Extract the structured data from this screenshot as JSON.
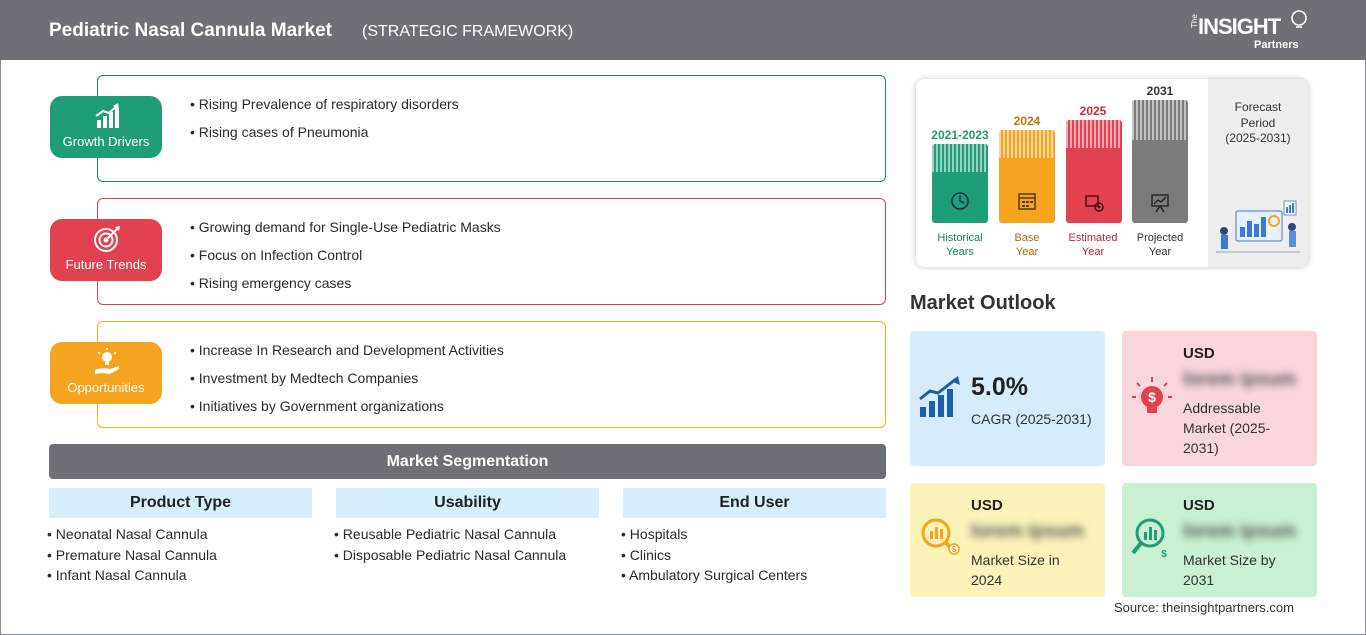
{
  "header": {
    "title": "Pediatric Nasal Cannula Market",
    "subtitle": "(STRATEGIC FRAMEWORK)",
    "logo_the": "The",
    "logo_main": "INSIGHT",
    "logo_partners": "Partners"
  },
  "drivers": {
    "growth": {
      "label": "Growth Drivers",
      "icon": "bar-chart-up-icon",
      "color": "#1e9d78",
      "items": [
        "Rising Prevalence of respiratory disorders",
        "Rising cases of Pneumonia"
      ]
    },
    "trends": {
      "label": "Future Trends",
      "icon": "target-icon",
      "color": "#e2424f",
      "items": [
        "Growing demand for Single-Use Pediatric Masks",
        "Focus on Infection Control",
        "Rising emergency cases"
      ]
    },
    "opportunities": {
      "label": "Opportunities",
      "icon": "hand-lightbulb-icon",
      "color": "#f4a41e",
      "items": [
        "Increase In Research and Development Activities",
        "Investment by Medtech Companies",
        "Initiatives by Government organizations"
      ]
    }
  },
  "segmentation": {
    "title": "Market Segmentation",
    "columns": [
      {
        "heading": "Product Type",
        "items": [
          "Neonatal Nasal Cannula",
          "Premature Nasal Cannula",
          "Infant Nasal Cannula"
        ]
      },
      {
        "heading": "Usability",
        "items": [
          "Reusable Pediatric Nasal Cannula",
          "Disposable Pediatric Nasal Cannula"
        ]
      },
      {
        "heading": "End User",
        "items": [
          "Hospitals",
          "Clinics",
          "Ambulatory Surgical Centers"
        ]
      }
    ]
  },
  "timeline": {
    "periods": [
      {
        "year": "2021-2023",
        "caption_1": "Historical",
        "caption_2": "Years",
        "color": "#1e9d78",
        "icon": "history-icon"
      },
      {
        "year": "2024",
        "caption_1": "Base",
        "caption_2": "Year",
        "color": "#f4a41e",
        "icon": "calendar-icon"
      },
      {
        "year": "2025",
        "caption_1": "Estimated",
        "caption_2": "Year",
        "color": "#e2424f",
        "icon": "settings-chart-icon"
      },
      {
        "year": "2031",
        "caption_1": "Projected",
        "caption_2": "Year",
        "color": "#7b7b7b",
        "icon": "presentation-icon"
      }
    ],
    "forecast_line_1": "Forecast",
    "forecast_line_2": "Period",
    "forecast_range": "(2025-2031)"
  },
  "outlook": {
    "title": "Market Outlook",
    "cagr": {
      "value": "5.0%",
      "label": "CAGR (2025-2031)",
      "icon": "growth-chart-icon"
    },
    "addressable": {
      "usd": "USD",
      "blur": "lorem ipsum",
      "line_1": "Addressable",
      "line_2": "Market (2025-",
      "line_3": "2031)",
      "icon": "lightbulb-dollar-icon"
    },
    "size_2024": {
      "usd": "USD",
      "blur": "lorem ipsum",
      "line_1": "Market Size in",
      "line_2": "2024",
      "icon": "magnifier-coins-icon"
    },
    "size_2031": {
      "usd": "USD",
      "blur": "lorem ipsum",
      "line_1": "Market Size by",
      "line_2": "2031",
      "icon": "magnifier-chart-icon"
    }
  },
  "source": "Source: theinsightpartners.com"
}
